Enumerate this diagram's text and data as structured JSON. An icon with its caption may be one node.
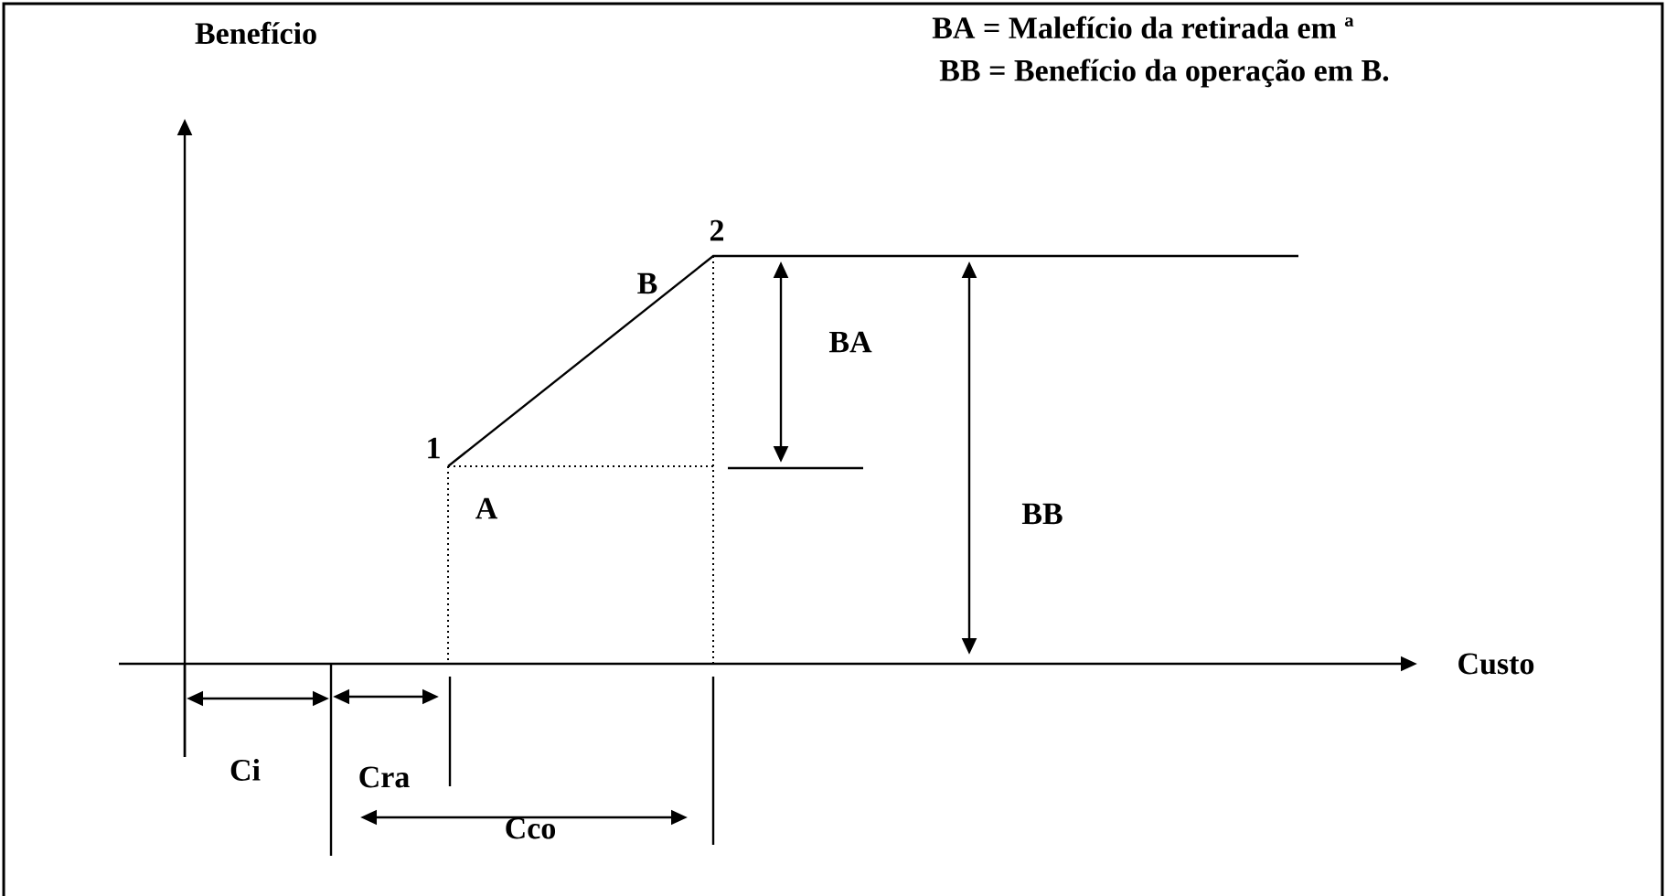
{
  "diagram": {
    "labels": [
      "Benefício",
      "BA = Malefício da retirada em ª",
      "BB = Benefício da operação em B.",
      "2",
      "B",
      "BA",
      "1",
      "A",
      "BB",
      "Custo",
      "Ci",
      "Cra",
      "Cco"
    ]
  }
}
